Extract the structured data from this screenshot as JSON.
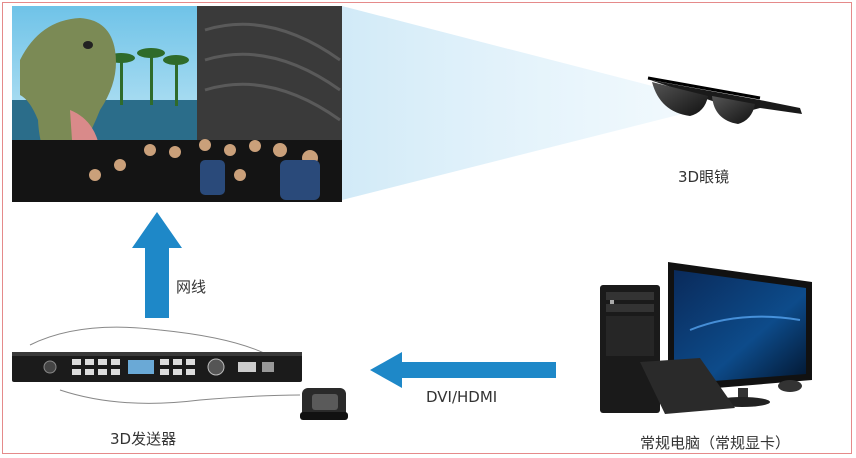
{
  "labels": {
    "glasses": "3D眼镜",
    "network_cable": "网线",
    "dvi_hdmi": "DVI/HDMI",
    "sender": "3D发送器",
    "computer": "常规电脑（常规显卡）"
  },
  "colors": {
    "arrow": "#1e88c8",
    "beam": "#cfe9f7",
    "border": "#e58a8a"
  }
}
